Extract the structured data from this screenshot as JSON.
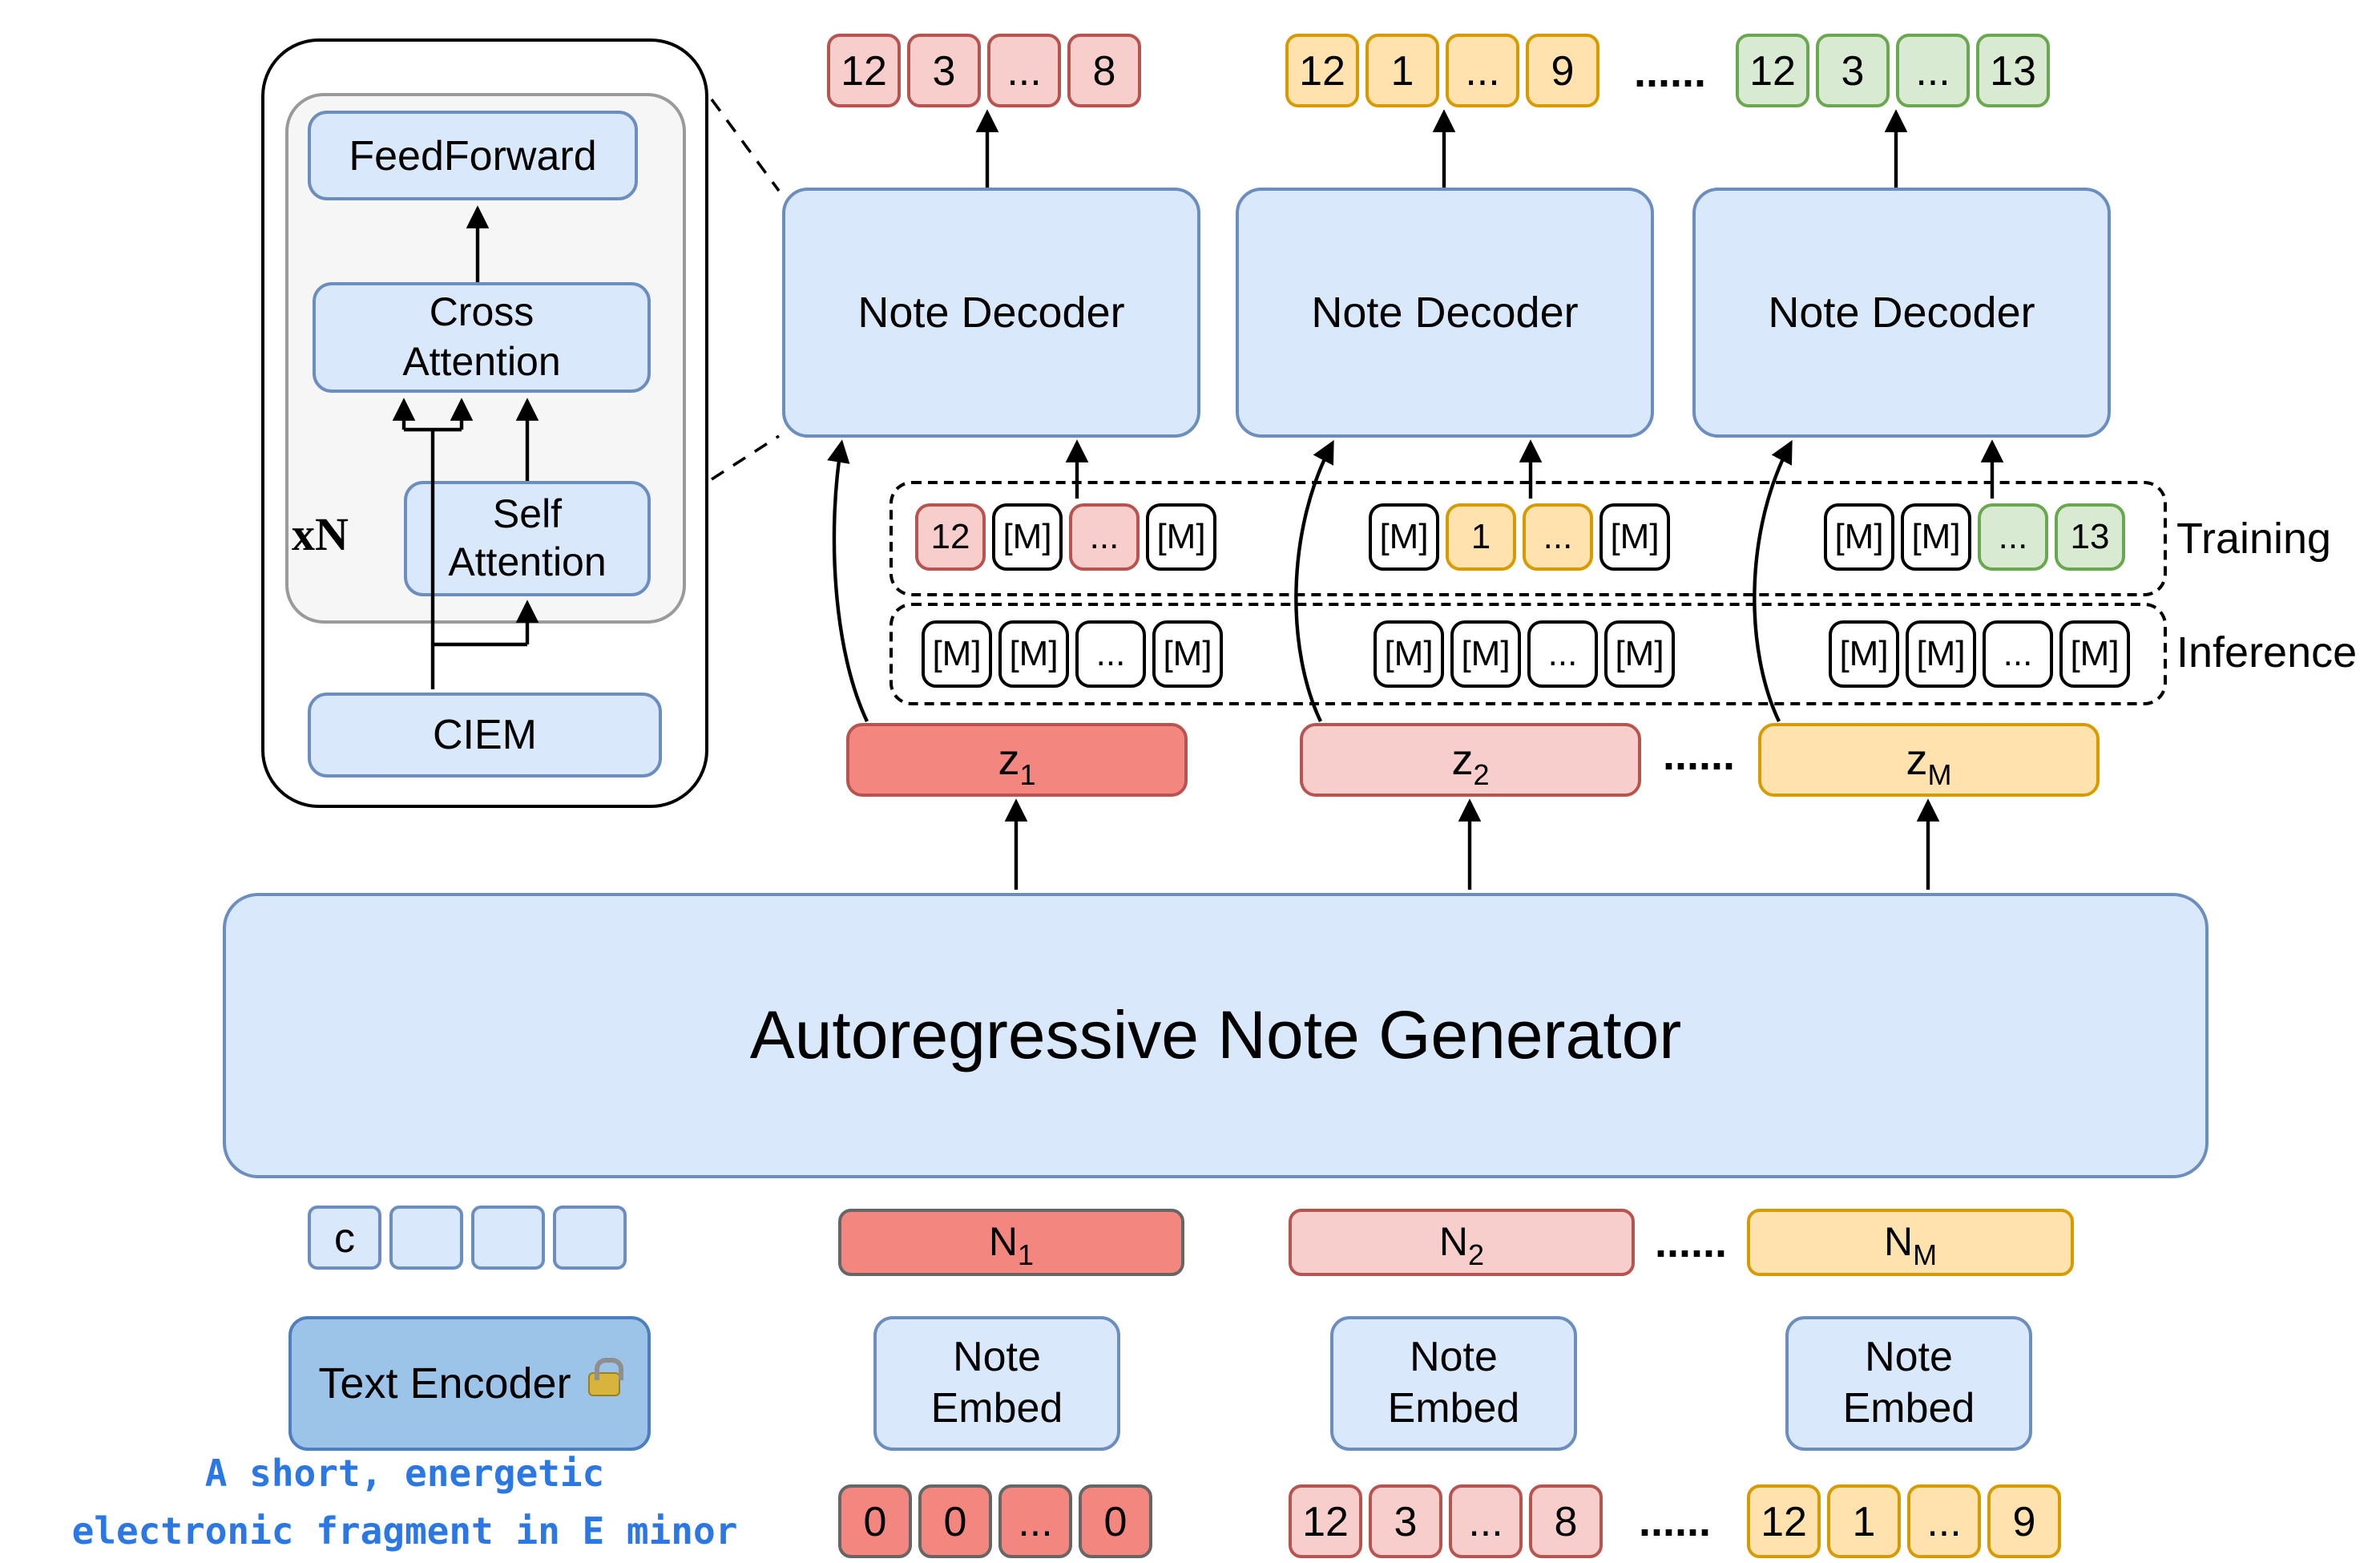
{
  "detail_module": {
    "feedforward_label": "FeedForward",
    "cross_attention_line1": "Cross",
    "cross_attention_line2": "Attention",
    "self_attention_line1": "Self",
    "self_attention_line2": "Attention",
    "ciem_label": "CIEM",
    "repeat_label": "xN"
  },
  "output_tokens": {
    "group1": [
      "12",
      "3",
      "...",
      "8"
    ],
    "group2": [
      "12",
      "1",
      "...",
      "9"
    ],
    "group3": [
      "12",
      "3",
      "...",
      "13"
    ],
    "separator": "......"
  },
  "decoders": {
    "d1": "Note Decoder",
    "d2": "Note Decoder",
    "d3": "Note Decoder"
  },
  "masked_tokens": {
    "training_label": "Training",
    "inference_label": "Inference",
    "training": {
      "group1": [
        "12",
        "[M]",
        "...",
        "[M]"
      ],
      "group2": [
        "[M]",
        "1",
        "...",
        "[M]"
      ],
      "group3": [
        "[M]",
        "[M]",
        "...",
        "13"
      ]
    },
    "inference": {
      "group1": [
        "[M]",
        "[M]",
        "...",
        "[M]"
      ],
      "group2": [
        "[M]",
        "[M]",
        "...",
        "[M]"
      ],
      "group3": [
        "[M]",
        "[M]",
        "...",
        "[M]"
      ]
    }
  },
  "latents": {
    "z1_base": "z",
    "z1_sub": "1",
    "z2_base": "z",
    "z2_sub": "2",
    "zM_base": "z",
    "zM_sub": "M",
    "separator": "......"
  },
  "generator_label": "Autoregressive Note Generator",
  "conditioning": {
    "c_token": "c",
    "text_encoder_label": "Text Encoder",
    "prompt_line1": "A short, energetic",
    "prompt_line2": "electronic fragment in E minor"
  },
  "note_branch": {
    "n1_base": "N",
    "n1_sub": "1",
    "n2_base": "N",
    "n2_sub": "2",
    "nM_base": "N",
    "nM_sub": "M",
    "n_separator": "......",
    "embed_line1": "Note",
    "embed_line2": "Embed",
    "tokens_group1": [
      "0",
      "0",
      "...",
      "0"
    ],
    "tokens_group2": [
      "12",
      "3",
      "...",
      "8"
    ],
    "tokens_group3": [
      "12",
      "1",
      "...",
      "9"
    ],
    "tokens_separator": "......"
  },
  "colors": {
    "box_blue_fill": "#dae8fc",
    "box_blue_border": "#6c8ebf",
    "text_encoder_fill": "#9cc3e8",
    "salmon_fill": "#f3867f",
    "pink_fill": "#f8cecc",
    "red_border": "#b85450",
    "orange_fill": "#ffe2ad",
    "orange_border": "#d79b00",
    "green_fill": "#d9ead3",
    "green_border": "#6aa84f",
    "prompt_blue": "#2b78e4"
  }
}
